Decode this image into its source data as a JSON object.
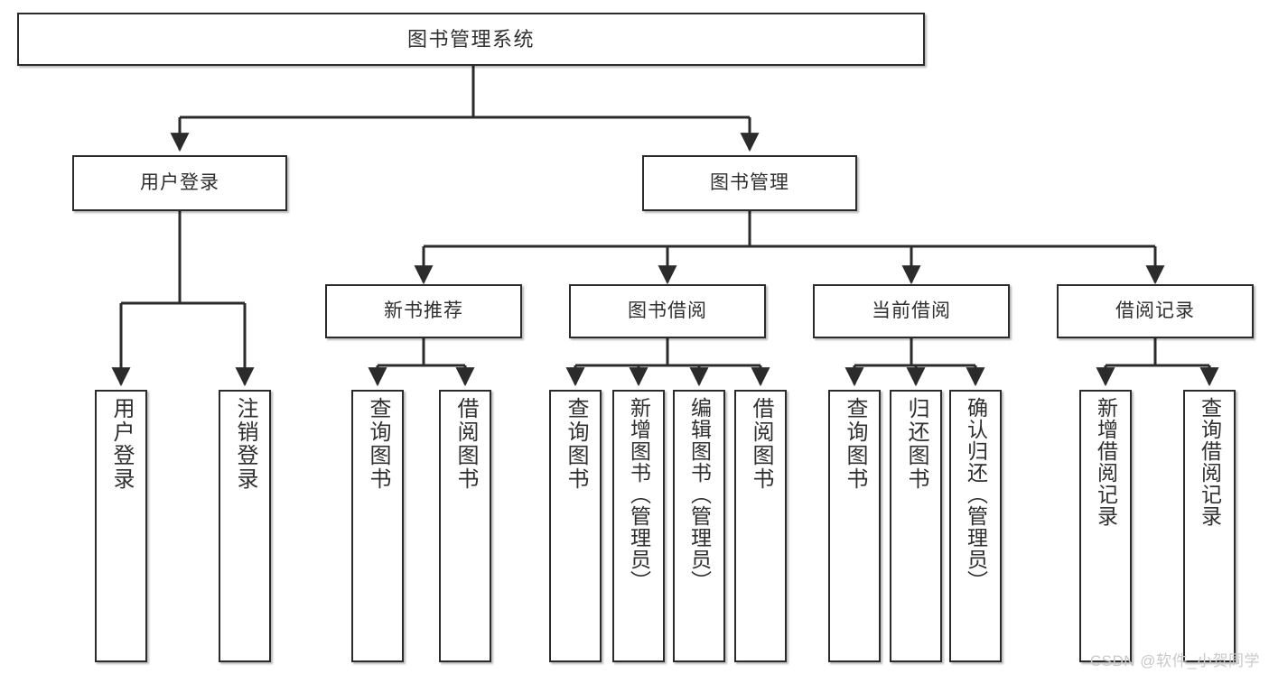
{
  "diagram": {
    "title": "图书管理系统",
    "type": "tree",
    "orientation": "top-down",
    "line_color": "#2b2b2b",
    "box_fill": "#ffffff",
    "box_border": "#2b2b2b",
    "text_color": "#2f2f2f",
    "nodes": {
      "root": {
        "label": "图书管理系统"
      },
      "level2": [
        {
          "id": "user-login",
          "label": "用户登录"
        },
        {
          "id": "book-management",
          "label": "图书管理"
        }
      ],
      "level3": [
        {
          "id": "new-book-recommend",
          "label": "新书推荐"
        },
        {
          "id": "book-borrow",
          "label": "图书借阅"
        },
        {
          "id": "current-borrow",
          "label": "当前借阅"
        },
        {
          "id": "borrow-record",
          "label": "借阅记录"
        }
      ],
      "leaves": {
        "user_login": [
          {
            "id": "leaf-user-login",
            "label": "用户登录"
          },
          {
            "id": "leaf-logout-login",
            "label": "注销登录"
          }
        ],
        "new_book_recommend": [
          {
            "id": "leaf-query-book-1",
            "label": "查询图书"
          },
          {
            "id": "leaf-borrow-book-1",
            "label": "借阅图书"
          }
        ],
        "book_borrow": [
          {
            "id": "leaf-query-book-2",
            "label": "查询图书"
          },
          {
            "id": "leaf-add-book",
            "label": "新增图书（管理员）"
          },
          {
            "id": "leaf-edit-book",
            "label": "编辑图书（管理员）"
          },
          {
            "id": "leaf-borrow-book-2",
            "label": "借阅图书"
          }
        ],
        "current_borrow": [
          {
            "id": "leaf-query-book-3",
            "label": "查询图书"
          },
          {
            "id": "leaf-return-book",
            "label": "归还图书"
          },
          {
            "id": "leaf-confirm-return",
            "label": "确认归还（管理员）"
          }
        ],
        "borrow_record": [
          {
            "id": "leaf-add-record",
            "label": "新增借阅记录"
          },
          {
            "id": "leaf-query-record",
            "label": "查询借阅记录"
          }
        ]
      }
    }
  },
  "watermark": {
    "text": "CSDN @软件_小贺同学"
  }
}
